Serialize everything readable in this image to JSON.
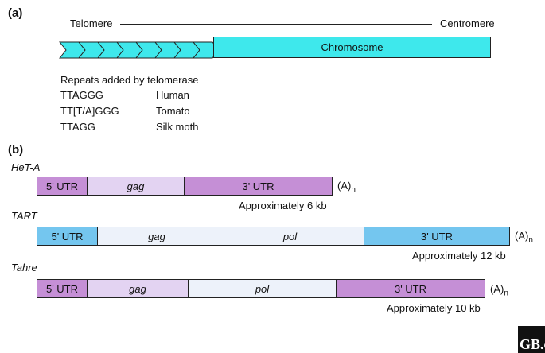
{
  "panel_a": {
    "label": "(a)",
    "telomere_label": "Telomere",
    "centromere_label": "Centromere",
    "chromosome_label": "Chromosome",
    "repeat_count": 8,
    "repeats_title": "Repeats added by telomerase",
    "repeats": [
      {
        "sequence": "TTAGGG",
        "organism": "Human"
      },
      {
        "sequence": "TT[T/A]GGG",
        "organism": "Tomato"
      },
      {
        "sequence": "TTAGG",
        "organism": "Silk moth"
      }
    ],
    "colors": {
      "chromosome": "#3ee8ec",
      "repeat": "#3ee8ec"
    }
  },
  "panel_b": {
    "label": "(b)",
    "polya_base": "(A)",
    "polya_sub": "n",
    "elements": [
      {
        "name": "HeT-A",
        "size_label": "Approximately 6 kb",
        "segments": [
          {
            "label": "5' UTR",
            "italic": false,
            "color": "#c58fd6"
          },
          {
            "label": "gag",
            "italic": true,
            "color": "#e3d3f2"
          },
          {
            "label": "3' UTR",
            "italic": false,
            "color": "#c58fd6"
          }
        ]
      },
      {
        "name": "TART",
        "size_label": "Approximately 12 kb",
        "segments": [
          {
            "label": "5' UTR",
            "italic": false,
            "color": "#74c6ef"
          },
          {
            "label": "gag",
            "italic": true,
            "color": "#edf2fa"
          },
          {
            "label": "pol",
            "italic": true,
            "color": "#edf2fa"
          },
          {
            "label": "3' UTR",
            "italic": false,
            "color": "#74c6ef"
          }
        ]
      },
      {
        "name": "Tahre",
        "size_label": "Approximately 10 kb",
        "segments": [
          {
            "label": "5' UTR",
            "italic": false,
            "color": "#c58fd6"
          },
          {
            "label": "gag",
            "italic": true,
            "color": "#e3d3f2"
          },
          {
            "label": "pol",
            "italic": true,
            "color": "#edf2fa"
          },
          {
            "label": "3' UTR",
            "italic": false,
            "color": "#c58fd6"
          }
        ]
      }
    ]
  },
  "logo_text": "GB.c"
}
